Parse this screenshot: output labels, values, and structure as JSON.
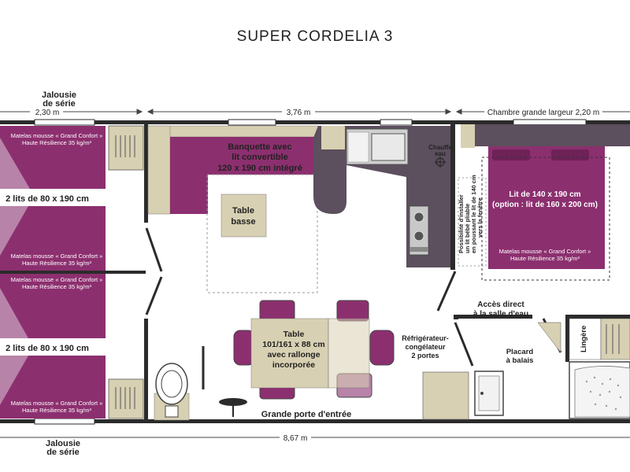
{
  "title": "SUPER CORDELIA 3",
  "colors": {
    "wall": "#2b2b2b",
    "bed": "#8c2f6f",
    "bed_light": "#b883a8",
    "furniture": "#d8d0b2",
    "counter": "#5c4f5e",
    "floor": "#ffffff"
  },
  "dimensions": {
    "left_width": "2,30 m",
    "center_width": "3,76 m",
    "right_width": "Chambre grande largeur 2,20 m",
    "total_length": "8,67 m"
  },
  "blinds": {
    "top": [
      "Jalousie",
      "de série"
    ],
    "bottom": [
      "Jalousie",
      "de série"
    ]
  },
  "rooms": {
    "bed_upper_label": "2 lits de 80 x 190 cm",
    "bed_lower_label": "2 lits de 80 x 190 cm",
    "mattress_lines": [
      "Matelas mousse « Grand Confort »",
      "Haute Résilience 35 kg/m³"
    ],
    "sofa": [
      "Banquette avec",
      "lit convertible",
      "120 x 190 cm intégré"
    ],
    "coffee_table": [
      "Table",
      "basse"
    ],
    "water_heater": [
      "Chauffe",
      "eau"
    ],
    "baby_bed": [
      "Possibilité d'installer",
      "un lit bébé pliable",
      "en poussant le lit de 140 cm",
      "vers la fenêtre"
    ],
    "master_bed": [
      "Lit de 140 x 190 cm",
      "(option : lit de 160 x 200 cm)"
    ],
    "bathroom_access": [
      "Accès direct",
      "à la salle d'eau"
    ],
    "linen": "Lingère",
    "broom": [
      "Placard",
      "à balais"
    ],
    "fridge": [
      "Réfrigérateur-",
      "congélateur",
      "2 portes"
    ],
    "dining_table": [
      "Table",
      "101/161 x 88 cm",
      "avec rallonge",
      "incorporée"
    ],
    "entrance": "Grande porte d'entrée"
  }
}
